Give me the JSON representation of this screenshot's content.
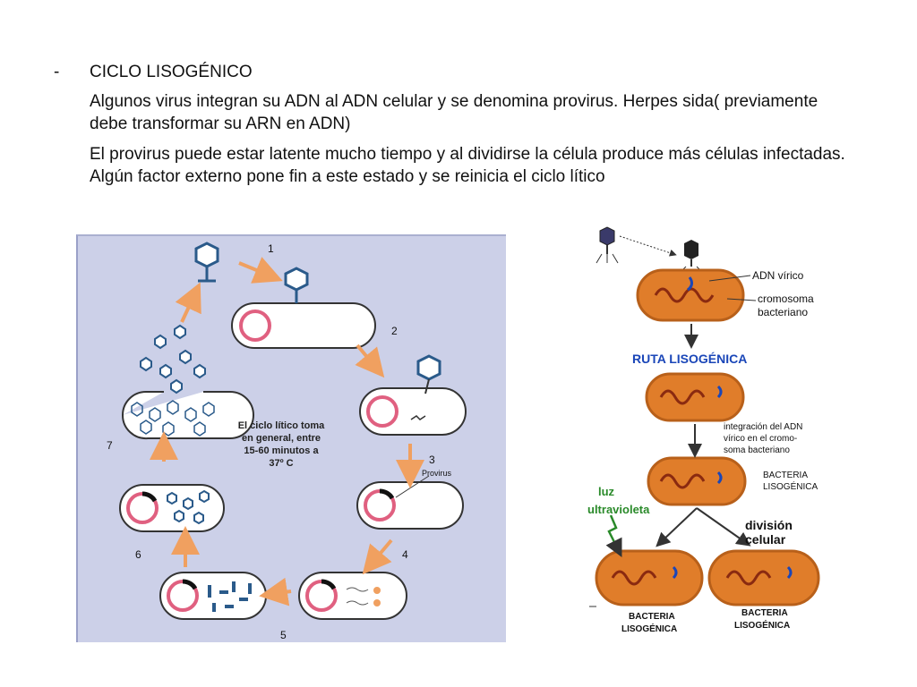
{
  "slide": {
    "bullet": "-",
    "heading": "CICLO LISOGÉNICO",
    "paragraph1": "Algunos virus integran  su ADN al  ADN celular y se denomina provirus. Herpes sida( previamente debe transformar su ARN en ADN)",
    "paragraph2": "El provirus puede estar latente mucho tiempo y al dividirse la célula produce más células infectadas. Algún factor externo pone fin a este estado y se reinicia el ciclo lítico"
  },
  "left_figure": {
    "steps": [
      "1",
      "2",
      "3",
      "4",
      "5",
      "6",
      "7"
    ],
    "provirus_label": "Provirus",
    "center_text": [
      "El ciclo lítico toma",
      "en general, entre",
      "15-60 minutos a",
      "37º C"
    ]
  },
  "right_figure": {
    "adn_virico": "ADN vírico",
    "cromosoma": [
      "cromosoma",
      "bacteriano"
    ],
    "ruta": "RUTA LISOGÉNICA",
    "integracion": [
      "integración del ADN",
      "vírico en el cromo-",
      "soma bacteriano"
    ],
    "bacteria_lisogenica": [
      "BACTERIA",
      "LISOGÉNICA"
    ],
    "luz": [
      "luz",
      "ultravioleta"
    ],
    "division": [
      "división",
      "celular"
    ],
    "colors": {
      "ruta": "#1a46b8",
      "luz": "#2a8a2a",
      "cell": "#e07d2a"
    }
  }
}
